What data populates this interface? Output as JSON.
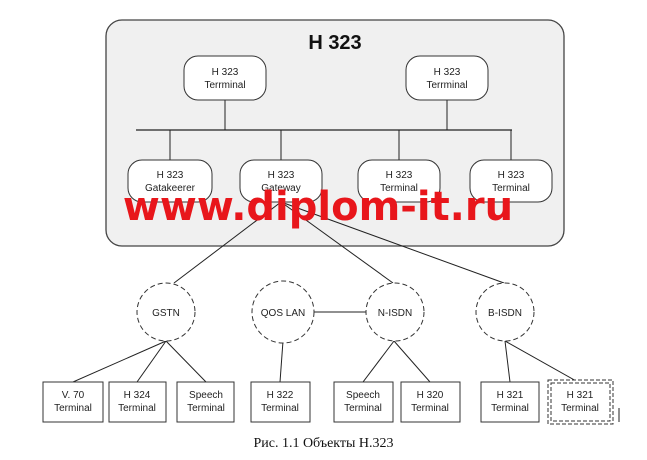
{
  "diagram": {
    "title": "H 323",
    "terminals_top": [
      {
        "line1": "H 323",
        "line2": "Terrminal"
      },
      {
        "line1": "H 323",
        "line2": "Terrminal"
      }
    ],
    "components": [
      {
        "line1": "H 323",
        "line2": "Gatakeerer"
      },
      {
        "line1": "H 323",
        "line2": "Gateway"
      },
      {
        "line1": "H 323",
        "line2": "Terminal"
      },
      {
        "line1": "H 323",
        "line2": "Terminal"
      }
    ],
    "networks": [
      "GSTN",
      "QOS LAN",
      "N-ISDN",
      "B-ISDN"
    ],
    "end_terminals": [
      {
        "line1": "V. 70",
        "line2": "Terminal"
      },
      {
        "line1": "H 324",
        "line2": "Terminal"
      },
      {
        "line1": "Speech",
        "line2": "Terminal"
      },
      {
        "line1": "H 322",
        "line2": "Terminal"
      },
      {
        "line1": "Speech",
        "line2": "Terminal"
      },
      {
        "line1": "H 320",
        "line2": "Terminal"
      },
      {
        "line1": "H 321",
        "line2": "Terminal"
      },
      {
        "line1": "H 321",
        "line2": "Terminal"
      }
    ],
    "watermark": "www.diplom-it.ru",
    "caption": "Рис. 1.1 Объекты Н.323"
  }
}
